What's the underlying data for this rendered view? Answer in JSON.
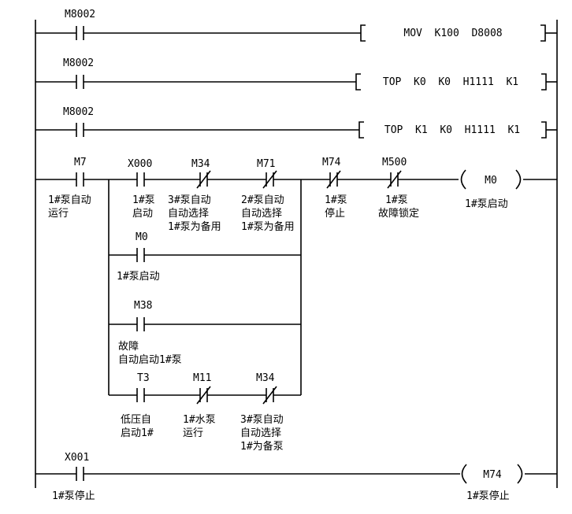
{
  "rungs": [
    {
      "contact": "M8002",
      "instruction": "MOV  K100  D8008"
    },
    {
      "contact": "M8002",
      "instruction": "TOP  K0  K0  H1111  K1"
    },
    {
      "contact": "M8002",
      "instruction": "TOP  K1  K0  H1111  K1"
    }
  ],
  "rung4": {
    "c_m7": {
      "addr": "M7",
      "label": [
        "1#泵自动",
        "运行"
      ]
    },
    "c_x000": {
      "addr": "X000",
      "label": [
        "1#泵",
        "启动"
      ]
    },
    "c_m34": {
      "addr": "M34",
      "label": [
        "3#泵自动",
        "自动选择",
        "1#泵为备用"
      ]
    },
    "c_m71": {
      "addr": "M71",
      "label": [
        "2#泵自动",
        "自动选择",
        "1#泵为备用"
      ]
    },
    "c_m74": {
      "addr": "M74",
      "label": [
        "1#泵",
        "停止"
      ]
    },
    "c_m500": {
      "addr": "M500",
      "label": [
        "1#泵",
        "故障锁定"
      ]
    },
    "coil": {
      "addr": "M0",
      "label": "1#泵启动"
    },
    "b_m0": {
      "addr": "M0",
      "label": "1#泵启动"
    },
    "b_m38": {
      "addr": "M38",
      "label": [
        "故障",
        "自动启动1#泵"
      ]
    },
    "b_t3": {
      "addr": "T3",
      "label": [
        "低压自",
        "启动1#"
      ]
    },
    "b_m11": {
      "addr": "M11",
      "label": [
        "1#水泵",
        "运行"
      ]
    },
    "b_m34": {
      "addr": "M34",
      "label": [
        "3#泵自动",
        "自动选择",
        "1#为备泵"
      ]
    }
  },
  "rung5": {
    "contact": {
      "addr": "X001",
      "label": "1#泵停止"
    },
    "coil": {
      "addr": "M74",
      "label": "1#泵停止"
    }
  }
}
